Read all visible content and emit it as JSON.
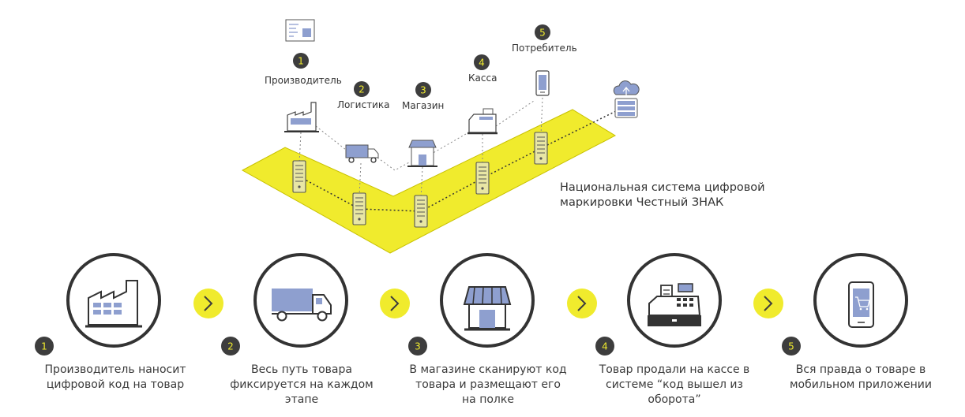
{
  "top_stages": [
    {
      "num": "1",
      "label": "Производитель",
      "icon": "factory-icon"
    },
    {
      "num": "2",
      "label": "Логистика",
      "icon": "truck-icon"
    },
    {
      "num": "3",
      "label": "Магазин",
      "icon": "store-icon"
    },
    {
      "num": "4",
      "label": "Касса",
      "icon": "cash-register-icon"
    },
    {
      "num": "5",
      "label": "Потребитель",
      "icon": "smartphone-icon"
    }
  ],
  "system_label": {
    "line1": "Национальная система цифровой",
    "line2": "маркировки Честный ЗНАК"
  },
  "steps": [
    {
      "num": "1",
      "icon": "factory-icon",
      "line1": "Производитель наносит",
      "line2": "цифровой код на товар",
      "line3": ""
    },
    {
      "num": "2",
      "icon": "truck-icon",
      "line1": "Весь путь товара",
      "line2": "фиксируется на каждом",
      "line3": "этапе"
    },
    {
      "num": "3",
      "icon": "store-icon",
      "line1": "В магазине сканируют код",
      "line2": "товара и размещают его",
      "line3": "на полке"
    },
    {
      "num": "4",
      "icon": "cash-register-icon",
      "line1": "Товар продали на кассе в",
      "line2": "системе “код вышел из",
      "line3": "оборота”"
    },
    {
      "num": "5",
      "icon": "smartphone-icon",
      "line1": "Вся правда о товаре в",
      "line2": "мобильном приложении",
      "line3": ""
    }
  ],
  "colors": {
    "accent_yellow": "#f0eb2d",
    "badge_dark": "#3d3d3d",
    "icon_blue": "#8e9fcf",
    "line_dark": "#333333"
  }
}
